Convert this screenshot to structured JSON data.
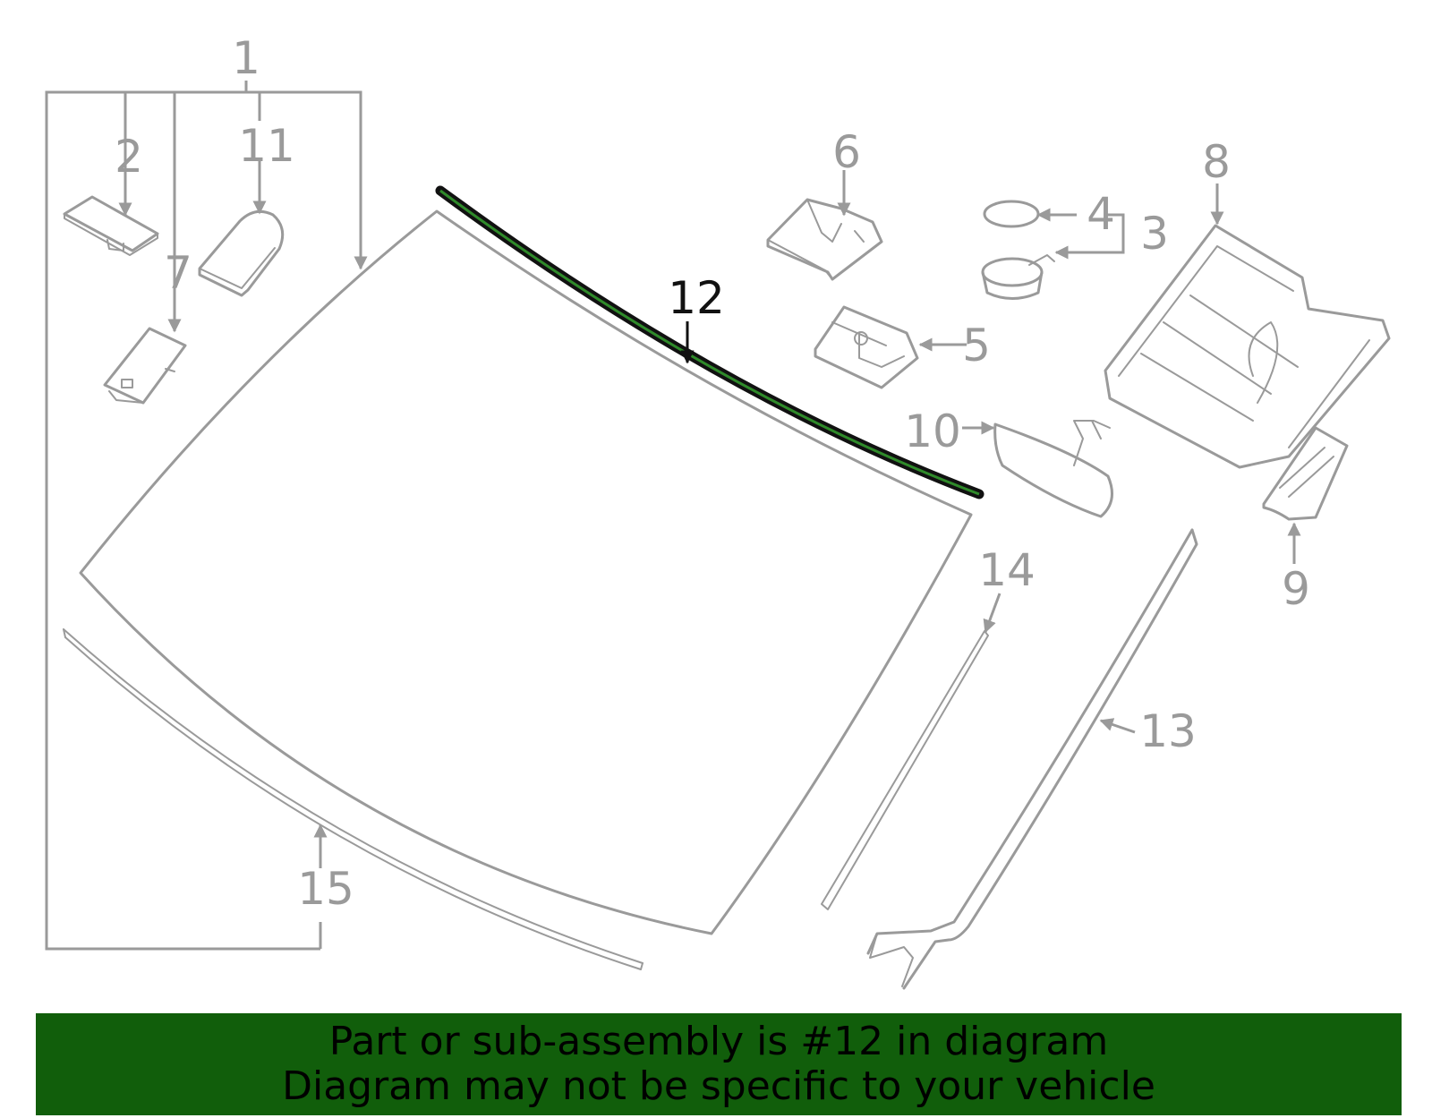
{
  "diagram": {
    "highlighted_part": "12",
    "callouts": [
      "1",
      "2",
      "3",
      "4",
      "5",
      "6",
      "7",
      "8",
      "9",
      "10",
      "11",
      "12",
      "13",
      "14",
      "15"
    ],
    "highlight_color": "#115e0b",
    "part_line_color": "#9a9a9a"
  },
  "banner": {
    "line1": "Part or sub-assembly is #12 in diagram",
    "line2": "Diagram may not be specific to your vehicle",
    "background": "#115e0b"
  }
}
